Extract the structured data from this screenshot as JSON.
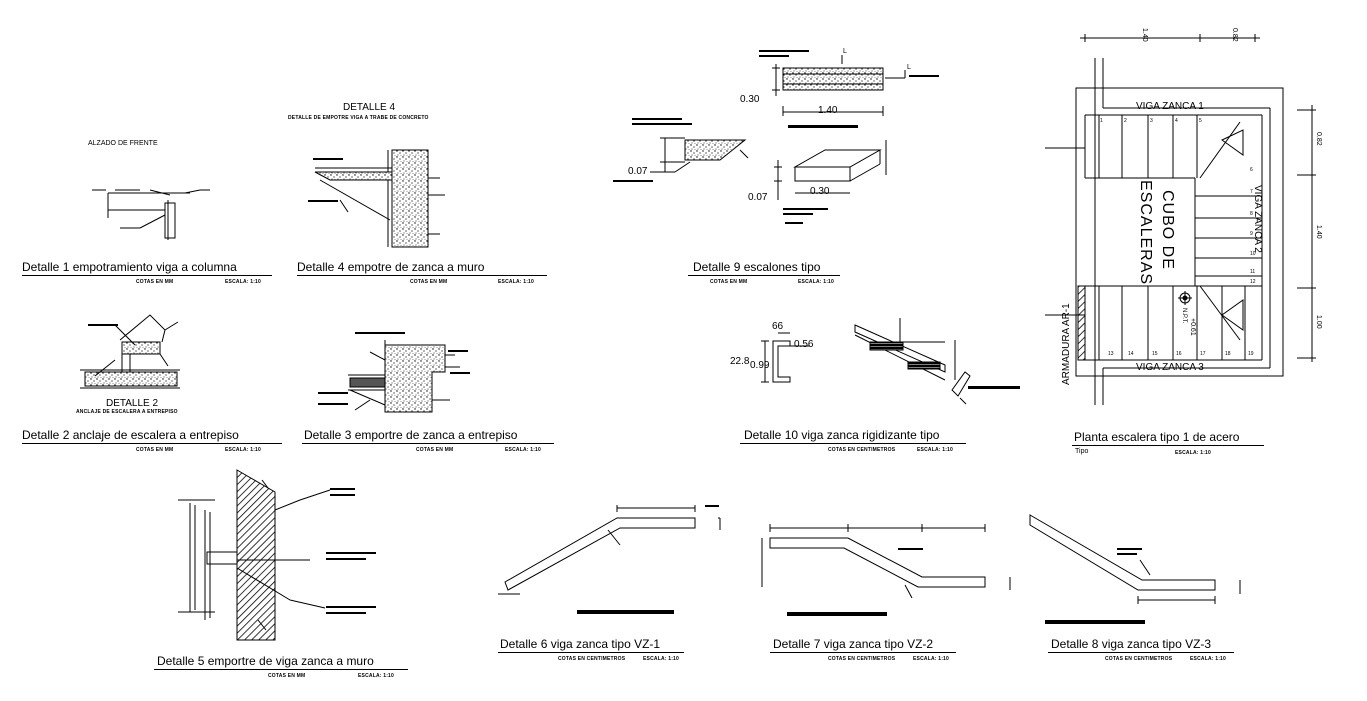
{
  "alzado": "ALZADO DE FRENTE",
  "d4_header": {
    "title": "DETALLE 4",
    "subtitle": "DETALLE DE EMPOTRE VIGA A TRABE DE CONCRETO"
  },
  "d2_header": {
    "title": "DETALLE 2",
    "subtitle": "ANCLAJE DE ESCALERA A ENTREPISO"
  },
  "details": {
    "d1": {
      "title": "Detalle 1 empotramiento viga a columna",
      "cotas": "COTAS EN MM",
      "escala": "ESCALA: 1:10"
    },
    "d4": {
      "title": "Detalle 4 empotre de zanca a muro",
      "cotas": "COTAS EN MM",
      "escala": "ESCALA: 1:10"
    },
    "d9": {
      "title": "Detalle 9 escalones tipo",
      "cotas": "COTAS EN MM",
      "escala": "ESCALA: 1:10"
    },
    "d2": {
      "title": "Detalle 2 anclaje de escalera a entrepiso",
      "cotas": "COTAS EN MM",
      "escala": "ESCALA: 1:10"
    },
    "d3": {
      "title": "Detalle 3 emportre de zanca a entrepiso",
      "cotas": "COTAS EN MM",
      "escala": "ESCALA: 1:10"
    },
    "d10": {
      "title": "Detalle 10 viga zanca rigidizante tipo",
      "cotas": "COTAS EN CENTIMETROS",
      "escala": "ESCALA: 1:10"
    },
    "planta": {
      "title": "Planta escalera tipo 1 de acero",
      "cotas": "Tipo",
      "escala": "ESCALA: 1:10"
    },
    "d5": {
      "title": "Detalle 5 emportre de viga zanca a muro",
      "cotas": "COTAS EN MM",
      "escala": "ESCALA: 1:10"
    },
    "d6": {
      "title": "Detalle 6 viga zanca tipo VZ-1",
      "cotas": "COTAS EN CENTIMETROS",
      "escala": "ESCALA: 1:10"
    },
    "d7": {
      "title": "Detalle 7 viga zanca tipo VZ-2",
      "cotas": "COTAS EN CENTIMETROS",
      "escala": "ESCALA: 1:10"
    },
    "d8": {
      "title": "Detalle 8 viga zanca tipo VZ-3",
      "cotas": "COTAS EN CENTIMETROS",
      "escala": "ESCALA: 1:10"
    }
  },
  "d9_dims": {
    "height": "0.30",
    "width": "1.40",
    "thick_a": "0.07",
    "thick_b": "0.07",
    "step_w": "0.30",
    "angle_label": "L"
  },
  "d10_dims": {
    "a": "66",
    "b": "0.56",
    "c": "22.8",
    "d": "0.99"
  },
  "planta_dims": {
    "top_a": "1.40",
    "top_b": "0.82",
    "right_a": "0.82",
    "right_b": "1.40",
    "right_c": "1.00"
  },
  "planta_labels": {
    "vz1": "VIGA ZANCA 1",
    "vz2": "VIGA ZANCA 2",
    "vz3": "VIGA ZANCA 3",
    "cubo1": "CUBO DE",
    "cubo2": "ESCALERAS",
    "armadura": "ARMADURA AR-1",
    "npt": "N.P.T.",
    "level": "+0.61"
  },
  "step_numbers": [
    "1",
    "2",
    "3",
    "4",
    "5",
    "6",
    "7",
    "8",
    "9",
    "10",
    "11",
    "12",
    "13",
    "14",
    "15",
    "16",
    "17",
    "18",
    "19"
  ],
  "colors": {
    "ink": "#000000",
    "paper": "#ffffff",
    "fill_gray": "#555555"
  }
}
